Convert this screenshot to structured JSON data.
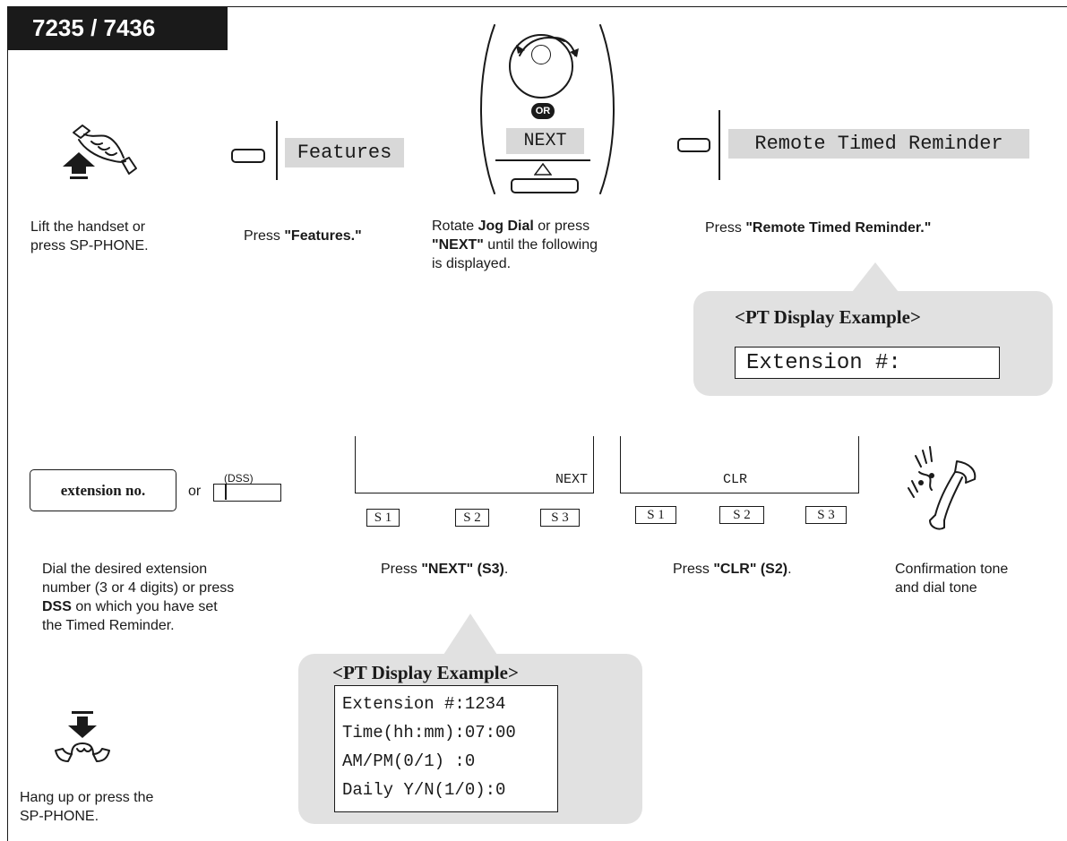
{
  "model": "7235 / 7436",
  "steps": {
    "lift": {
      "caption_l1": "Lift the handset or",
      "caption_l2": "press SP-PHONE."
    },
    "features": {
      "key_label": "Features",
      "caption_pre": "Press ",
      "caption_bold": "\"Features.\""
    },
    "jog": {
      "or_label": "OR",
      "next_label": "NEXT",
      "caption_l1_pre": "Rotate ",
      "caption_l1_bold": "Jog Dial",
      "caption_l1_post": " or press",
      "caption_l2_bold": "\"NEXT\"",
      "caption_l2_post": " until the following",
      "caption_l3": "is displayed."
    },
    "remote": {
      "key_label": "Remote Timed Reminder",
      "caption_pre": "Press ",
      "caption_bold": "\"Remote Timed Reminder.\""
    },
    "display_example_1": {
      "title": "<PT Display Example>",
      "line": "Extension #:"
    },
    "dial": {
      "ext_box": "extension no.",
      "or_text": "or",
      "dss_label": "(DSS)",
      "caption_l1": "Dial the desired extension",
      "caption_l2": "number (3 or 4 digits) or press",
      "caption_l3_bold": "DSS",
      "caption_l3_post": " on which you have set",
      "caption_l4": "the Timed Reminder."
    },
    "next_s3": {
      "screen_label": "NEXT",
      "soft_keys": [
        "S 1",
        "S 2",
        "S 3"
      ],
      "caption_pre": "Press ",
      "caption_bold1": "\"NEXT\"",
      "caption_bold2": " (S3)",
      "caption_post": "."
    },
    "clr_s2": {
      "screen_label": "CLR",
      "soft_keys": [
        "S 1",
        "S 2",
        "S 3"
      ],
      "caption_pre": "Press ",
      "caption_bold1": "\"CLR\"",
      "caption_bold2": " (S2)",
      "caption_post": "."
    },
    "confirm": {
      "caption_l1": "Confirmation tone",
      "caption_l2": "and dial tone"
    },
    "hangup": {
      "caption_l1": "Hang up or press the",
      "caption_l2": "SP-PHONE."
    },
    "display_example_2": {
      "title": "<PT Display Example>",
      "lines": [
        "Extension #:1234",
        "Time(hh:mm):07:00",
        "AM/PM(0/1) :0",
        "Daily Y/N(1/0):0"
      ]
    }
  },
  "icons": [
    "handset-lift-icon",
    "jog-dial-icon",
    "dss-key-icon",
    "ringing-handset-icon",
    "handset-hangup-icon"
  ],
  "colors": {
    "ink": "#1a1a1a",
    "lcd_gray": "#d8d8d8",
    "bubble_gray": "#e1e1e1"
  }
}
